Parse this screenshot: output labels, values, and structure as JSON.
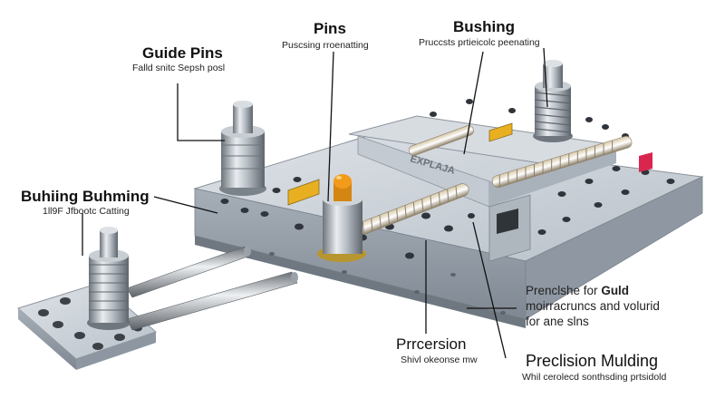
{
  "labels": {
    "guide_pins": {
      "title": "Guide Pins",
      "sub": "Falld snitc Sepsh posl"
    },
    "pins": {
      "title": "Pins",
      "sub": "Puscsing rroenatting"
    },
    "bushing": {
      "title": "Bushing",
      "sub": "Pruccsts prtieicolc peenating"
    },
    "buhing_buhming": {
      "title": "Buhiing Buhming",
      "sub": "1ll9F Jfbootc Catting"
    },
    "prencishe": {
      "line1": "Prenclshe for",
      "line1_bold": "Guld",
      "line2": "moirracruncs",
      "line2_b": "and volurid",
      "line3": "for ane slns"
    },
    "prrcersion": {
      "title": "Prrcersion",
      "sub": "Shivl okeonse mw"
    },
    "precision_mulding": {
      "title": "Preclision Mulding",
      "sub": "Whil cerolecd sonthsding prtsidold"
    }
  },
  "block_engraving": "EXPLAJA",
  "colors": {
    "metal_top": "#cdd3d9",
    "metal_side": "#9aa3ad",
    "gold": "#e8b021",
    "orange": "#f29b1a",
    "red": "#d9264f"
  },
  "icons": [
    "guide-pin-icon",
    "bushing-icon",
    "rod-icon",
    "spring-icon"
  ]
}
